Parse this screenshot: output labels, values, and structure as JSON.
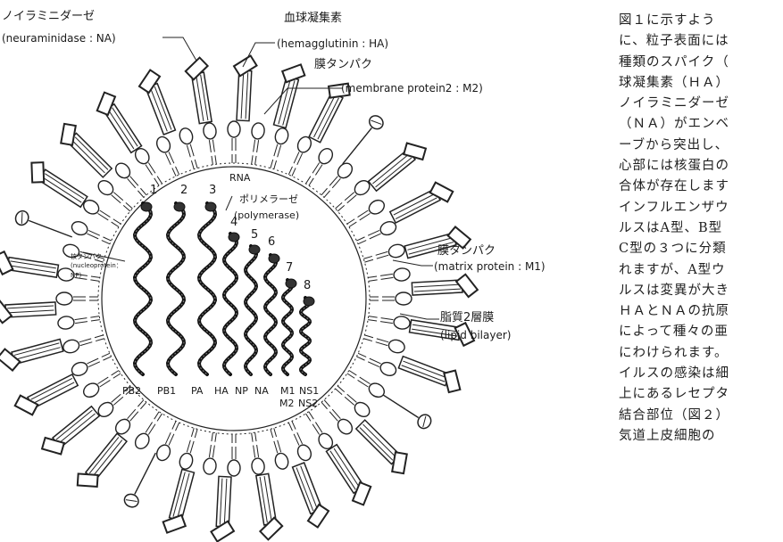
{
  "diagram": {
    "labels": {
      "neuraminidase_jp": "ノイラミニダーゼ",
      "neuraminidase_en": "(neuraminidase : NA)",
      "hemagglutinin_jp": "血球凝集素",
      "hemagglutinin_en": "(hemagglutinin : HA)",
      "m2_jp": "膜タンパク",
      "m2_en": "(membrane protein2 : M2)",
      "m1_jp": "膜タンパク",
      "m1_en": "(matrix protein : M1)",
      "lipid_jp": "脂質2層膜",
      "lipid_en": "(lipid bilayer)",
      "rna": "RNA",
      "polymerase_jp": "ポリメラーゼ",
      "polymerase_en": "(polymerase)",
      "np_jp": "核タンパク",
      "np_en": "(nucleoprotein：",
      "np_abbr": "NP)"
    },
    "segment_numbers": [
      "1",
      "2",
      "3",
      "4",
      "5",
      "6",
      "7",
      "8"
    ],
    "gene_labels": [
      "PB2",
      "PB1",
      "PA",
      "HA",
      "NP",
      "NA",
      "M1",
      "NS1",
      "M2",
      "NS2"
    ]
  },
  "article": {
    "lines": [
      "図１に示すよう",
      "に、粒子表面には",
      "種類のスパイク（",
      "球凝集素（ＨＡ）",
      "ノイラミニダーゼ",
      "（ＮＡ）がエンベ",
      "ーブから突出し、",
      "心部には核蛋白の",
      "合体が存在します",
      "インフルエンザウ",
      "ルスはA型、B型",
      "C型の３つに分類",
      "れますが、A型ウ",
      "ルスは変異が大き",
      "ＨＡとＮＡの抗原",
      "によって種々の亜",
      "にわけられます。",
      "イルスの感染は細",
      "上にあるレセプタ",
      "結合部位（図２）",
      "気道上皮細胞の"
    ]
  }
}
